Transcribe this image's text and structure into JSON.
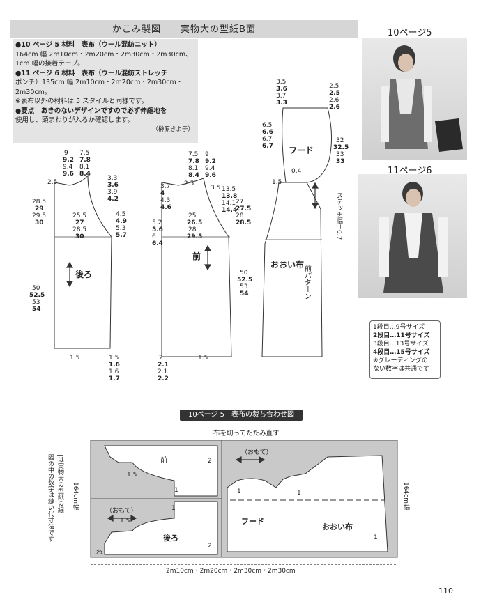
{
  "header": {
    "title": "かこみ製図　　実物大の型紙B面"
  },
  "photos": {
    "label_top": "10ページ5",
    "label_bottom": "11ページ6"
  },
  "materials": {
    "p10_line1": "●10 ページ 5 材料　表布（ウール混紡ニット）",
    "p10_line2": "164cm 幅 2m10cm・2m20cm・2m30cm・2m30cm、",
    "p10_line3": "1cm 幅の接着テープ。",
    "p11_line1": "●11 ページ 6 材料　表布（ウール混紡ストレッチ",
    "p11_line2": "ポンチ）135cm 幅 2m10cm・2m20cm・2m30cm・",
    "p11_line3": "2m30cm。",
    "note": "※表布以外の材料は 5 スタイルと同様です。",
    "point_line1": "●要点　あきのないデザインですので必ず伸縮地を",
    "point_line2": "使用し、頭まわりが入るか確認します。",
    "author": "（榊原きよ子）"
  },
  "patterns": {
    "back": "後ろ",
    "front": "前",
    "hood": "フード",
    "cover": "おおい布",
    "front_pattern": "前パターン",
    "stitch": "ステッチ幅＝0.7"
  },
  "sizes": {
    "row1": "1段目…9号サイズ",
    "row2": "2段目…11号サイズ",
    "row3": "3段目…13号サイズ",
    "row4": "4段目…15号サイズ",
    "note1": "※グレーディングの",
    "note2": "ない数字は共通です"
  },
  "cutting": {
    "title": "10ページ 5　表布の裁ち合わせ図",
    "fold_note": "布を切ってたたみ直す",
    "omote1": "（おもて）",
    "omote2": "（おもて）",
    "width_label": "164cm幅",
    "width_label_right": "164cm幅",
    "length_label": "2m10cm・2m20cm・2m30cm・2m30cm",
    "legend": "図の中の数字は縫い代寸法です",
    "legend2": "|は実物大の型紙の線",
    "wa": "わ",
    "front": "前",
    "back": "後ろ",
    "hood": "フード",
    "cover": "おおい布"
  },
  "page_number": "110"
}
